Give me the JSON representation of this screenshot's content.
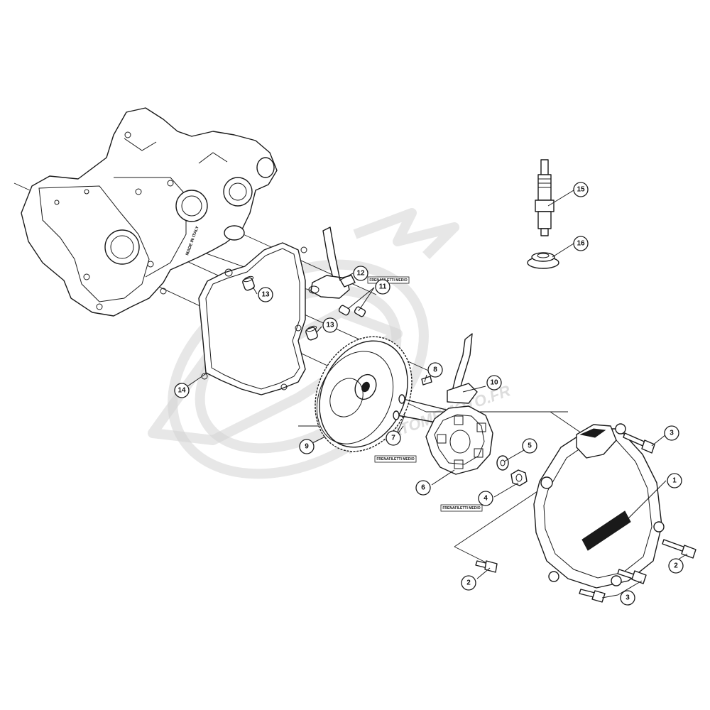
{
  "diagram": {
    "watermark": "WWW.ATOMEMOTO.FR",
    "crankcase_marking": "MADE IN ITALY",
    "threadlock_notes": [
      {
        "id": "note-11",
        "text": "FRENAFILETTI MEDIO"
      },
      {
        "id": "note-7",
        "text": "FRENAFILETTI MEDIO"
      },
      {
        "id": "note-4",
        "text": "FRENAFILETTI MEDIO"
      }
    ],
    "callouts": [
      {
        "id": "c1",
        "label": "1"
      },
      {
        "id": "c2a",
        "label": "2"
      },
      {
        "id": "c2b",
        "label": "2"
      },
      {
        "id": "c3a",
        "label": "3"
      },
      {
        "id": "c3b",
        "label": "3"
      },
      {
        "id": "c4",
        "label": "4"
      },
      {
        "id": "c5",
        "label": "5"
      },
      {
        "id": "c6",
        "label": "6"
      },
      {
        "id": "c7",
        "label": "7"
      },
      {
        "id": "c8",
        "label": "8"
      },
      {
        "id": "c9",
        "label": "9"
      },
      {
        "id": "c10",
        "label": "10"
      },
      {
        "id": "c11",
        "label": "11"
      },
      {
        "id": "c12",
        "label": "12"
      },
      {
        "id": "c13a",
        "label": "13"
      },
      {
        "id": "c13b",
        "label": "13"
      },
      {
        "id": "c14",
        "label": "14"
      },
      {
        "id": "c15",
        "label": "15"
      },
      {
        "id": "c16",
        "label": "16"
      }
    ]
  }
}
